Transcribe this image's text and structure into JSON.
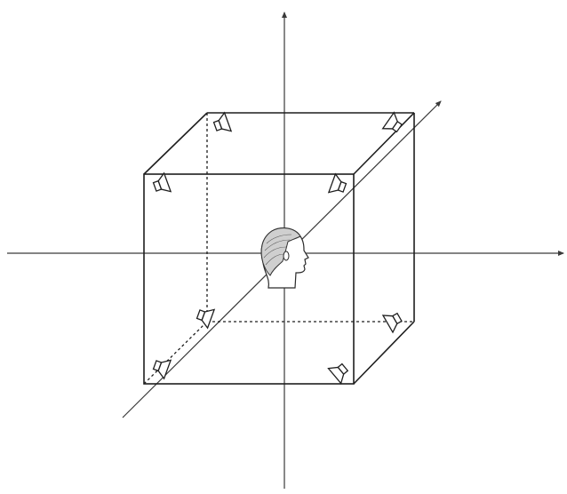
{
  "diagram": {
    "axes": [
      "vertical-axis",
      "horizontal-axis",
      "depth-axis"
    ],
    "cube": {
      "speaker_count": 8,
      "speakers": [
        "top-front-left",
        "top-front-right",
        "top-back-left",
        "top-back-right",
        "bottom-front-left",
        "bottom-front-right",
        "bottom-back-left",
        "bottom-back-right"
      ]
    },
    "listener": "head-icon",
    "colors": {
      "line": "#1e1e1e",
      "hair": "#cfcfcf",
      "background": "#ffffff"
    }
  }
}
